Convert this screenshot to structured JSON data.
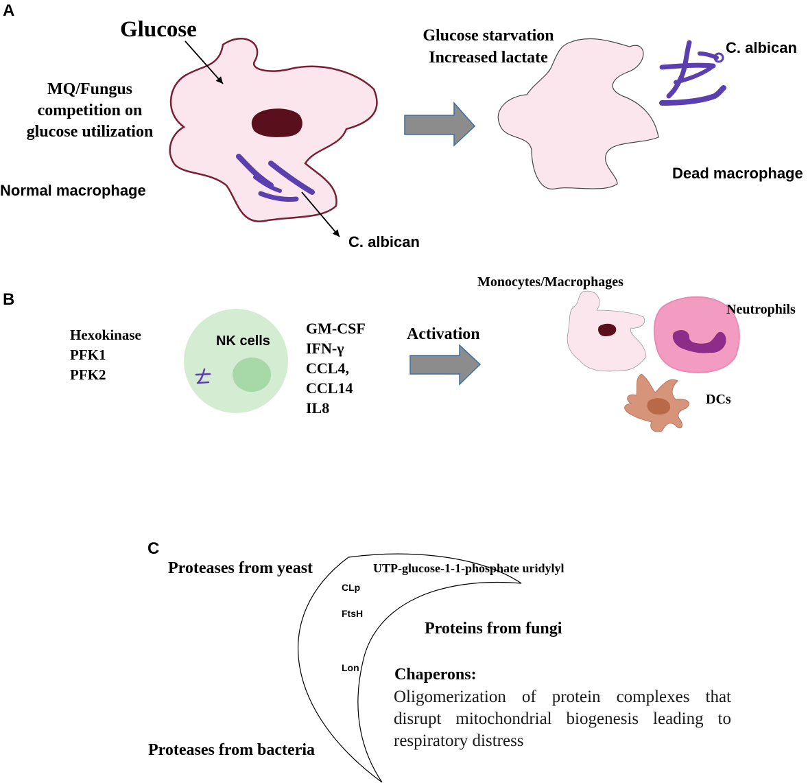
{
  "panel_a": {
    "label": "A",
    "glucose": "Glucose",
    "competition": [
      "MQ/Fungus",
      "competition on",
      "glucose utilization"
    ],
    "normal_macrophage": "Normal macrophage",
    "c_albican_bottom": "C. albican",
    "starvation": [
      "Glucose starvation",
      "Increased lactate"
    ],
    "c_albican_right": "C. albican",
    "dead_macrophage": "Dead macrophage"
  },
  "panel_b": {
    "label": "B",
    "enzymes": [
      "Hexokinase",
      "PFK1",
      "PFK2"
    ],
    "nk_cells": "NK cells",
    "cytokines": [
      "GM-CSF",
      "IFN-γ",
      "CCL4,",
      "CCL14",
      "IL8"
    ],
    "activation": "Activation",
    "monocytes": "Monocytes/Macrophages",
    "neutrophils": "Neutrophils",
    "dcs": "DCs"
  },
  "panel_c": {
    "label": "C",
    "proteases_yeast": "Proteases from yeast",
    "utp": "UTP-glucose-1-1-phosphate uridylyl",
    "clp": "CLp",
    "ftsh": "FtsH",
    "lon": "Lon",
    "proteins_fungi": "Proteins from fungi",
    "chaperons_title": "Chaperons:",
    "chaperons_body": [
      "Oligomerization of protein complexes that",
      "disrupt mitochondrial biogenesis leading to",
      "respiratory distress"
    ],
    "proteases_bacteria": "Proteases from bacteria"
  },
  "colors": {
    "macrophage_fill": "#fbe6ee",
    "macrophage_outline": "#7a1f33",
    "nucleus": "#5a0f1c",
    "fungus": "#5b3fae",
    "arrow_fill": "#8c8c8c",
    "arrow_stroke": "#3a6fa8",
    "nk_cell": "#d4ecd2",
    "nk_nucleus": "#a6d8a8",
    "neutrophil": "#f29cc2",
    "neutrophil_nucleus": "#8e2c8a",
    "dc": "#d6957a",
    "dc_nucleus": "#b86a48"
  }
}
